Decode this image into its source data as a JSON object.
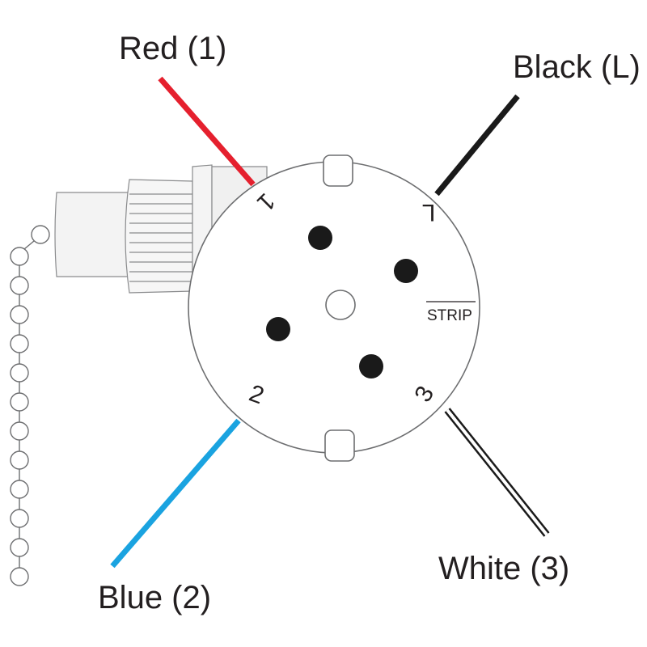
{
  "wires": {
    "red": {
      "label": "Red (1)",
      "color": "#e5202e"
    },
    "black": {
      "label": "Black (L)",
      "color": "#1a1a1a"
    },
    "blue": {
      "label": "Blue (2)",
      "color": "#1aa3e0"
    },
    "white": {
      "label": "White (3)",
      "color": "#ffffff",
      "outline": "#1a1a1a"
    }
  },
  "terminals": {
    "t1": "1",
    "tL": "L",
    "t2": "2",
    "t3": "3"
  },
  "strip_label": "STRIP",
  "components": {
    "switch_body": "circular-switch-body",
    "pull_chain": "pull-chain"
  }
}
